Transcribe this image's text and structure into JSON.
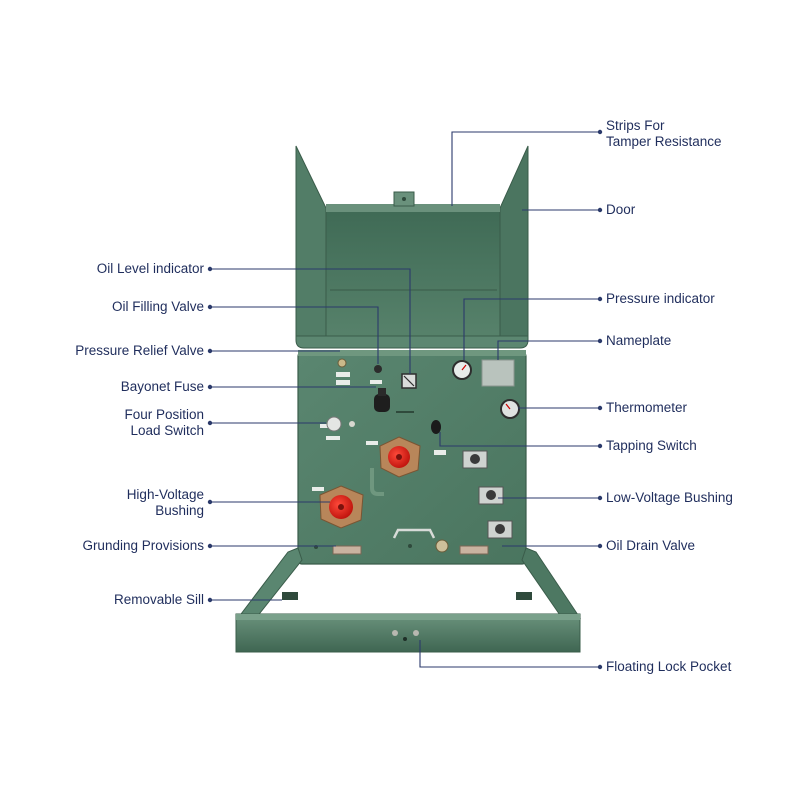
{
  "colors": {
    "label_text": "#1f2d5c",
    "leader_line": "#2b3a6b",
    "cabinet_green": "#4f7a62",
    "cabinet_dark": "#3b5f4c",
    "cabinet_light": "#6d9580",
    "bushing_bronze": "#b8865a",
    "bushing_red": "#e0231c"
  },
  "labels": {
    "strips": [
      "Strips For",
      "Tamper Resistance"
    ],
    "door": "Door",
    "oil_level_indicator": "Oil Level indicator",
    "oil_filling_valve": "Oil Filling Valve",
    "pressure_relief_valve": "Pressure Relief Valve",
    "bayonet_fuse": "Bayonet Fuse",
    "four_position_switch": [
      "Four Position",
      "Load Switch"
    ],
    "hv_bushing": [
      "High-Voltage",
      "Bushing"
    ],
    "grunding": "Grunding Provisions",
    "removable_sill": "Removable Sill",
    "pressure_indicator": "Pressure indicator",
    "nameplate": "Nameplate",
    "thermometer": "Thermometer",
    "tapping_switch": "Tapping Switch",
    "lv_bushing": "Low-Voltage Bushing",
    "oil_drain_valve": "Oil Drain Valve",
    "floating_lock_pocket": "Floating Lock Pocket"
  }
}
